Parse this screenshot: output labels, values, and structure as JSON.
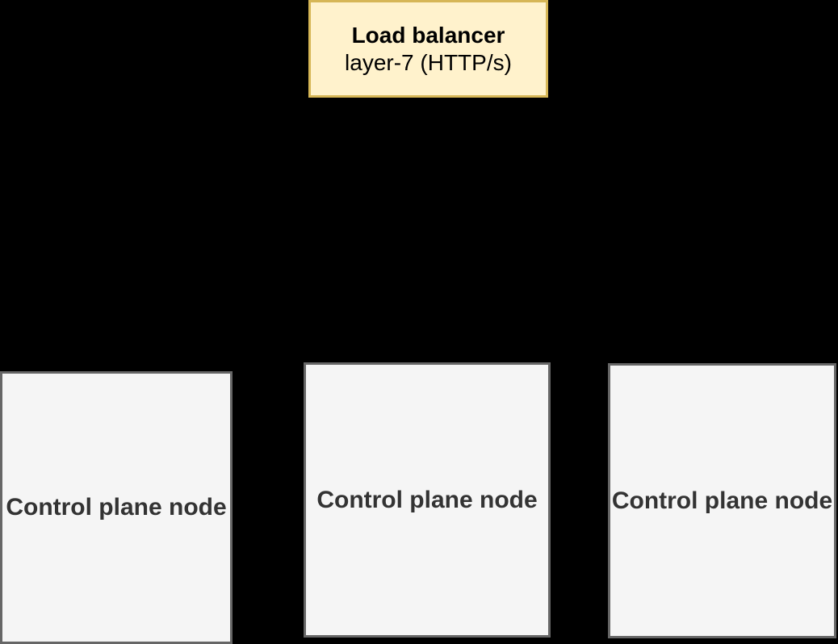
{
  "diagram": {
    "load_balancer": {
      "title": "Load balancer",
      "subtitle": "layer-7 (HTTP/s)"
    },
    "control_plane_nodes": [
      {
        "label": "Control plane node"
      },
      {
        "label": "Control plane node"
      },
      {
        "label": "Control plane node"
      }
    ]
  },
  "colors": {
    "canvas_background": "#000000",
    "lb_fill": "#FFF2CC",
    "lb_border": "#D6B656",
    "lb_text": "#000000",
    "node_fill": "#F5F5F5",
    "node_border": "#666666",
    "node_text": "#333333"
  }
}
